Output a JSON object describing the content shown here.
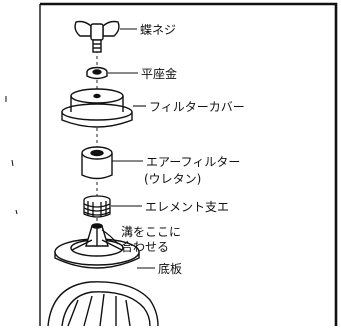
{
  "labels": {
    "wing_nut": "蝶ネジ",
    "flat_washer": "平座金",
    "filter_cover": "フィルターカバー",
    "air_filter": "エアーフィルター",
    "air_filter_sub": "(ウレタン)",
    "element_support": "エレメント支エ",
    "groove_note_1": "溝をここに",
    "groove_note_2": "合わせる",
    "base_plate": "底板"
  }
}
